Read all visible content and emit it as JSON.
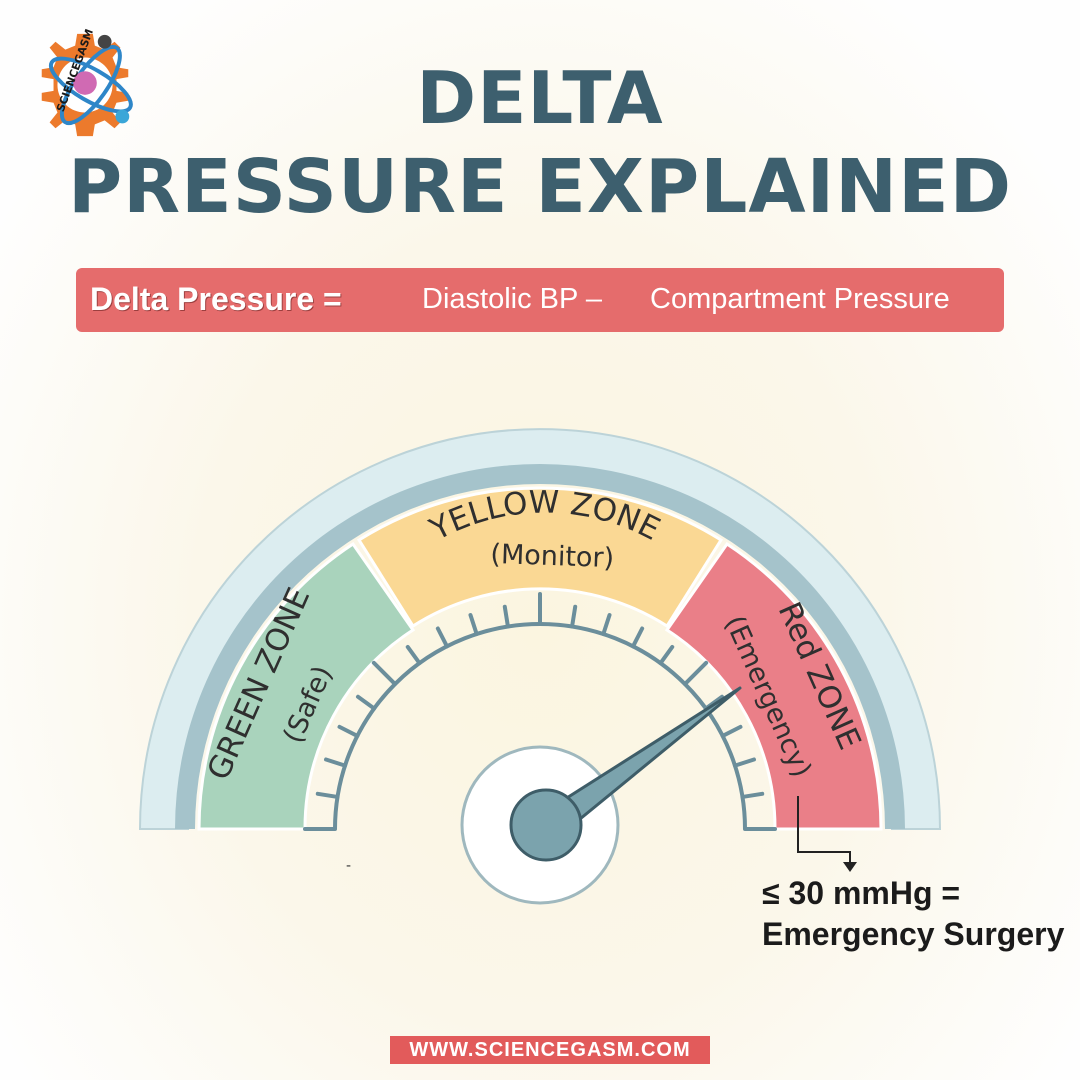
{
  "logo": {
    "wordmark": "SCIENCEGASM",
    "icon": "gear-atom-brain-logo"
  },
  "header": {
    "title_line1": "DELTA",
    "title_line2": "PRESSURE EXPLAINED"
  },
  "formula": {
    "term": "Delta Pressure =",
    "diastolic": "Diastolic BP –",
    "compartment": "Compartment Pressure"
  },
  "gauge": {
    "zones": [
      {
        "name": "GREEN ZONE",
        "sub": "(Safe)",
        "color": "#a9d3bc"
      },
      {
        "name": "YELLOW ZONE",
        "sub": "(Monitor)",
        "color": "#fad894"
      },
      {
        "name": "Red ZONE",
        "sub": "(Emergency)",
        "color": "#ea7f88"
      }
    ],
    "needle_icon": "gauge-needle-icon",
    "annotation_line1": "≤ 30 mmHg =",
    "annotation_line2": "Emergency Surgery",
    "annotation_arrow_icon": "arrow-down-icon",
    "stray_mark": "-"
  },
  "footer": {
    "url": "WWW.SCIENCEGASM.COM"
  },
  "colors": {
    "title": "#3d5f6e",
    "formula_band": "#e56c6c",
    "footer_band": "#e25b5b",
    "ticks": "#6b8e9b",
    "needle": "#7ba3ad"
  }
}
